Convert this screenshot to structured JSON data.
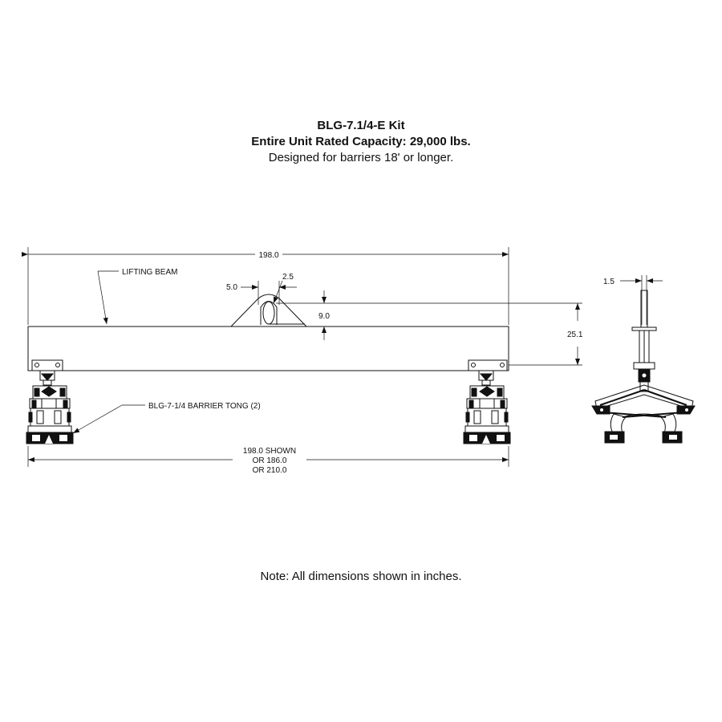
{
  "header": {
    "title": "BLG-7.1/4-E Kit",
    "capacity": "Entire Unit Rated Capacity: 29,000 lbs.",
    "design_note": "Designed for barriers 18' or longer."
  },
  "labels": {
    "lifting_beam": "LIFTING BEAM",
    "barrier_tong": "BLG-7-1/4 BARRIER TONG (2)"
  },
  "dimensions": {
    "overall_top": "198.0",
    "lug_width": "5.0",
    "lug_hole": "2.5",
    "lug_height": "9.0",
    "beam_height": "25.1",
    "side_thickness": "1.5",
    "shown_line1": "198.0 SHOWN",
    "shown_line2": "OR 186.0",
    "shown_line3": "OR 210.0"
  },
  "footer": {
    "note": "Note: All dimensions shown in inches."
  }
}
